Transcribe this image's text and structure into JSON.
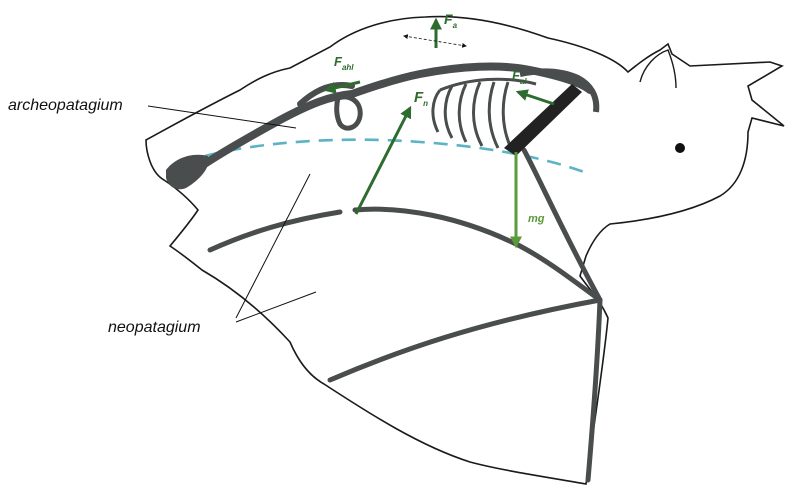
{
  "labels": {
    "archeopatagium": "archeopatagium",
    "neopatagium": "neopatagium"
  },
  "forces": {
    "fa": {
      "symbol": "F",
      "sub": "a"
    },
    "fahl": {
      "symbol": "F",
      "sub": "ahl"
    },
    "fal": {
      "symbol": "F",
      "sub": "al"
    },
    "fn": {
      "symbol": "F",
      "sub": "n"
    },
    "mg": "mg"
  },
  "colors": {
    "bone": "#4a4d4d",
    "outline": "#1a1a1a",
    "force_dark": "#2e6b2e",
    "force_light": "#5a9a3a",
    "boundary": "#5ab4c4"
  }
}
